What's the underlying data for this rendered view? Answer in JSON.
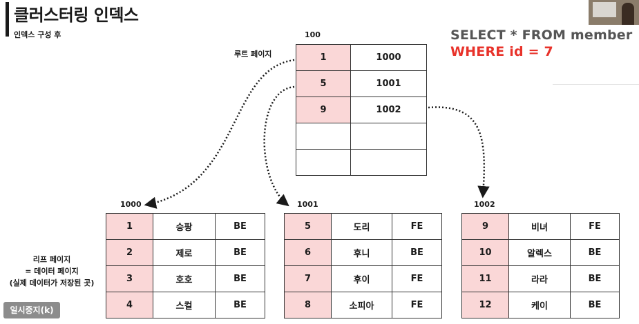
{
  "title": "클러스터링 인덱스",
  "subtitle": "인덱스 구성 후",
  "query": {
    "select_line": "SELECT * FROM member",
    "where_line": "WHERE id = 7"
  },
  "root": {
    "page_id": "100",
    "label": "루트 페이지",
    "rows": [
      {
        "key": "1",
        "ptr": "1000"
      },
      {
        "key": "5",
        "ptr": "1001"
      },
      {
        "key": "9",
        "ptr": "1002"
      },
      {
        "key": "",
        "ptr": ""
      },
      {
        "key": "",
        "ptr": ""
      }
    ]
  },
  "leaf_label": {
    "line1": "리프 페이지",
    "line2": "= 데이터 페이지",
    "line3": "(실제 데이터가 저장된 곳)"
  },
  "leaves": [
    {
      "page_id": "1000",
      "rows": [
        {
          "id": "1",
          "name": "승팡",
          "team": "BE"
        },
        {
          "id": "2",
          "name": "제로",
          "team": "BE"
        },
        {
          "id": "3",
          "name": "호호",
          "team": "BE"
        },
        {
          "id": "4",
          "name": "스컬",
          "team": "BE"
        }
      ]
    },
    {
      "page_id": "1001",
      "rows": [
        {
          "id": "5",
          "name": "도리",
          "team": "FE"
        },
        {
          "id": "6",
          "name": "후니",
          "team": "BE"
        },
        {
          "id": "7",
          "name": "후이",
          "team": "FE"
        },
        {
          "id": "8",
          "name": "소피아",
          "team": "FE"
        }
      ]
    },
    {
      "page_id": "1002",
      "rows": [
        {
          "id": "9",
          "name": "비녀",
          "team": "FE"
        },
        {
          "id": "10",
          "name": "알렉스",
          "team": "BE"
        },
        {
          "id": "11",
          "name": "라라",
          "team": "BE"
        },
        {
          "id": "12",
          "name": "케이",
          "team": "BE"
        }
      ]
    }
  ],
  "pause_button": "일시중지(k)",
  "colors": {
    "highlight_cell": "#fad7d7",
    "where_text": "#e8322a",
    "select_text": "#555555"
  }
}
